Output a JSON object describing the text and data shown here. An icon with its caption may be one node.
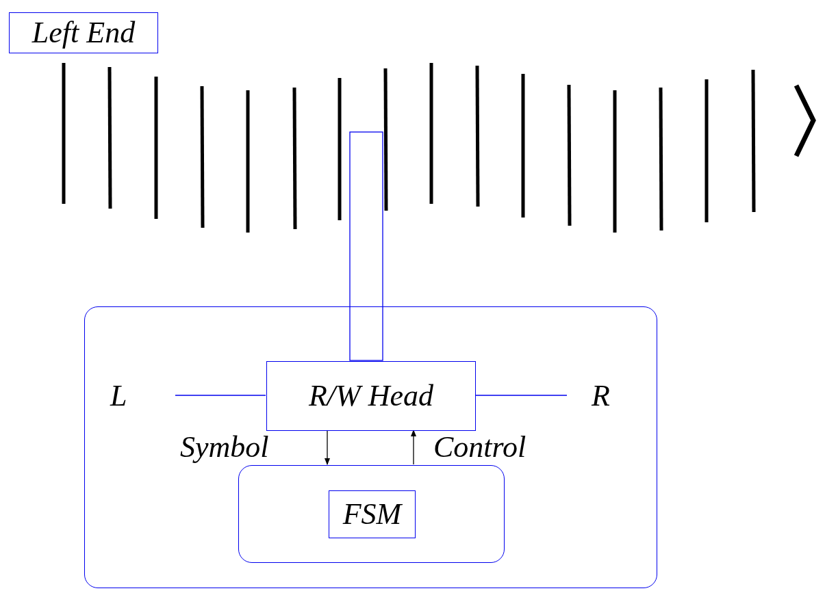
{
  "diagram": {
    "nodes": [
      {
        "text": [
          "Left End"
        ]
      },
      {
        "text": [],
        "shape": "box"
      },
      {
        "text": [
          "R/W Head"
        ],
        "in": 1
      },
      {
        "text": [
          "L"
        ],
        "in": 1
      },
      {
        "text": [
          "R"
        ],
        "in": 1
      },
      {
        "text": [],
        "shape": "box",
        "in": 1
      },
      {
        "text": [
          "FSM"
        ],
        "in": 5
      }
    ],
    "edges": [
      {
        "from": 3,
        "to": 2,
        "arrow": "none"
      },
      {
        "from": 2,
        "to": 4,
        "arrow": "none"
      },
      {
        "from": 2,
        "to": 5,
        "arrow": "to",
        "label": "Symbol",
        "color": "#000000"
      },
      {
        "from": 5,
        "to": 2,
        "arrow": "to",
        "label": "Control",
        "color": "#000000"
      }
    ]
  }
}
